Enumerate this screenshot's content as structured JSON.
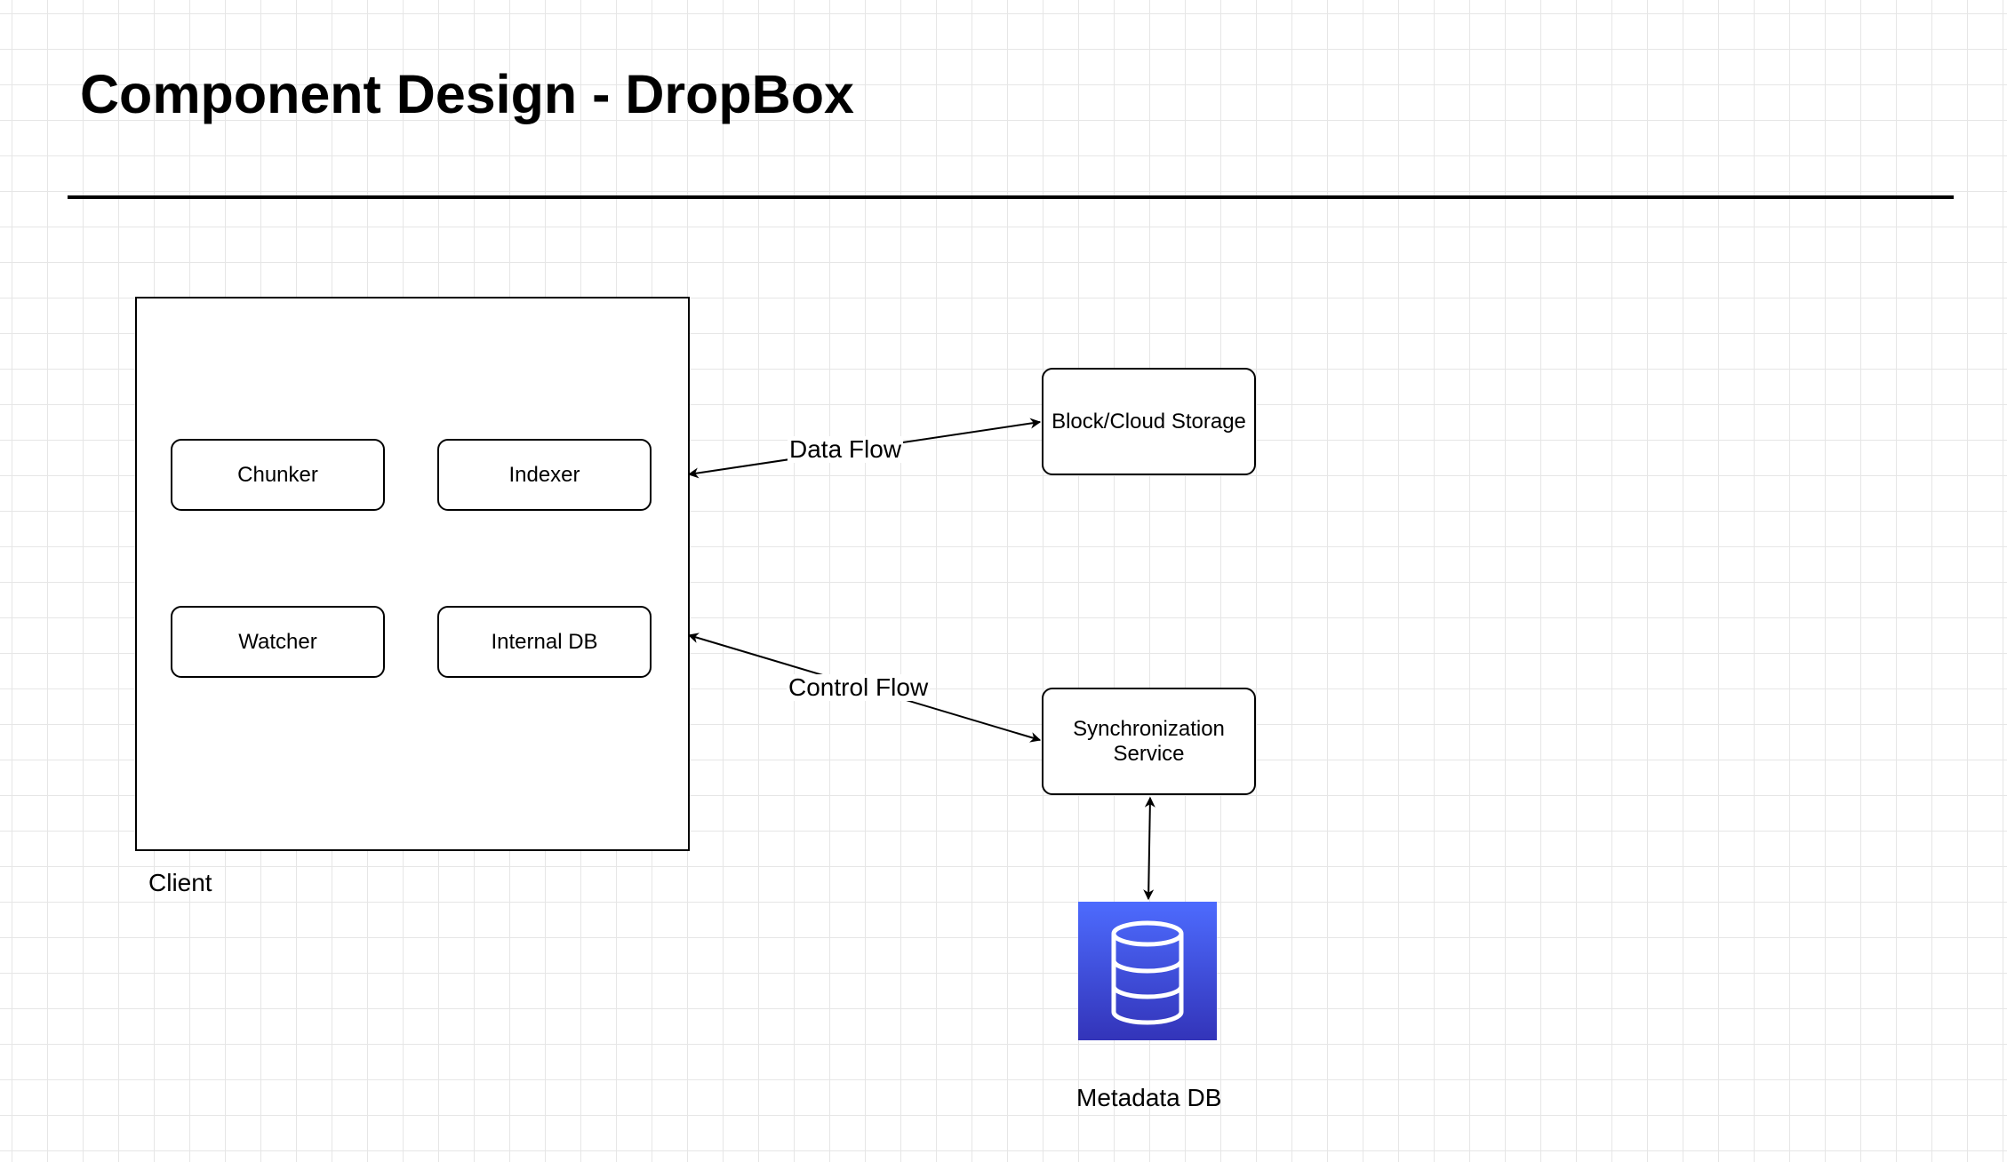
{
  "diagram": {
    "title": "Component Design - DropBox",
    "client": {
      "label": "Client",
      "components": {
        "chunker": "Chunker",
        "indexer": "Indexer",
        "watcher": "Watcher",
        "internal_db": "Internal DB"
      }
    },
    "services": {
      "block_storage": "Block/Cloud Storage",
      "sync_service": "Synchronization Service",
      "metadata_db": "Metadata DB"
    },
    "edges": {
      "data_flow": "Data Flow",
      "control_flow": "Control Flow"
    },
    "colors": {
      "database_icon_top": "#4d6bfe",
      "database_icon_bottom": "#3334b9",
      "grid": "#e6e6e6",
      "stroke": "#000000"
    },
    "icons": {
      "metadata_db": "database-icon"
    }
  }
}
